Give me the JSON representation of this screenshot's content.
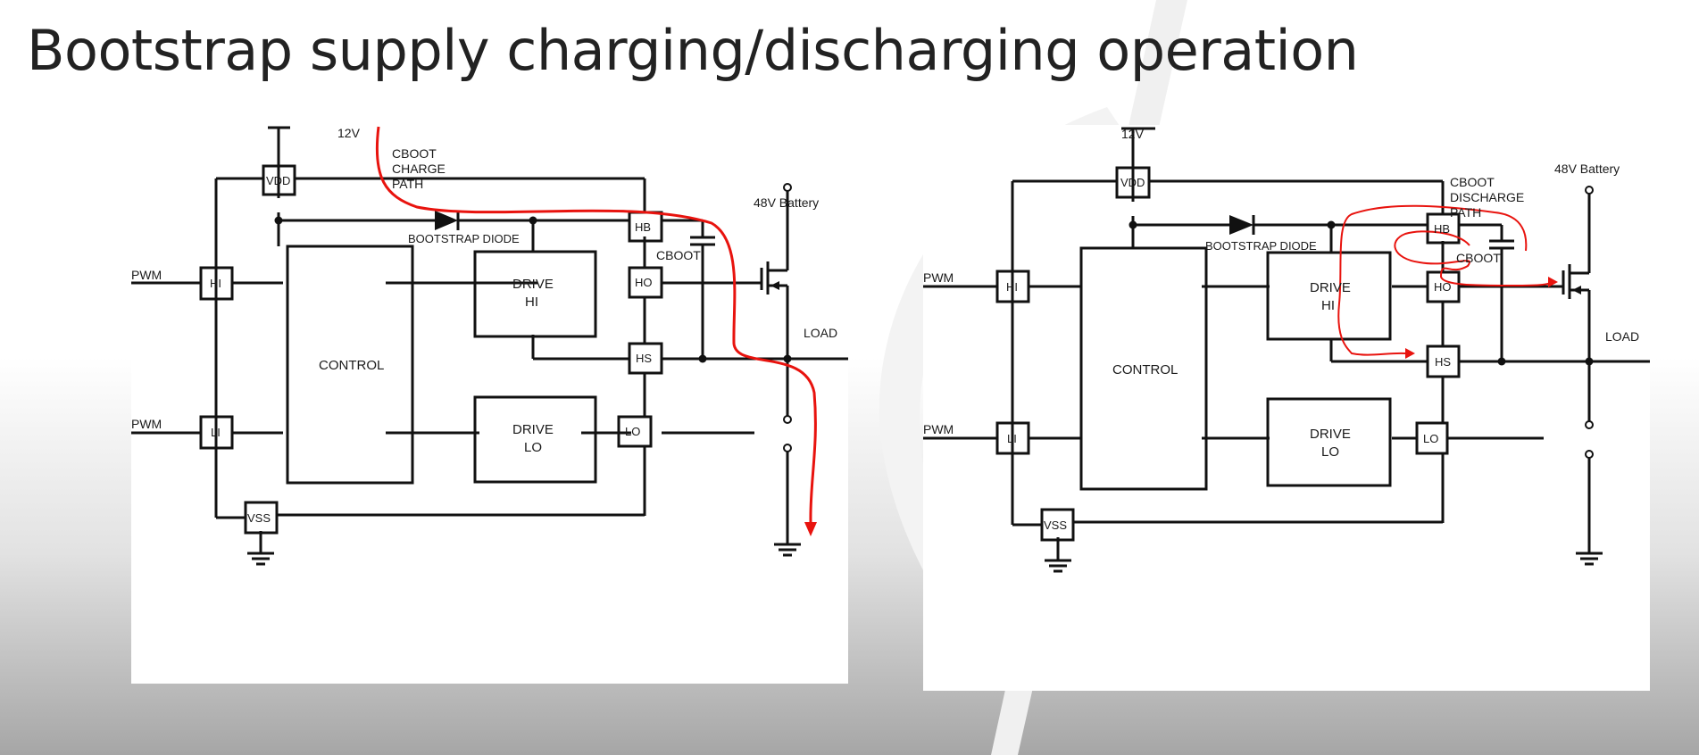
{
  "slide": {
    "title": "Bootstrap supply charging/discharging operation"
  },
  "diagram_left": {
    "supply": "12V",
    "battery": "48V Battery",
    "path_label": [
      "CBOOT",
      "CHARGE",
      "PATH"
    ],
    "diode_label": "BOOTSTRAP DIODE",
    "cap_label": "CBOOT",
    "load_label": "LOAD",
    "control_label": "CONTROL",
    "drive_hi": [
      "DRIVE",
      "HI"
    ],
    "drive_lo": [
      "DRIVE",
      "LO"
    ],
    "pwm_top": "PWM",
    "pwm_bottom": "PWM",
    "pins": {
      "vdd": "VDD",
      "hb": "HB",
      "ho": "HO",
      "hs": "HS",
      "lo": "LO",
      "hi": "HI",
      "li": "LI",
      "vss": "VSS"
    },
    "path_color": "#e8130e"
  },
  "diagram_right": {
    "supply": "12V",
    "battery": "48V Battery",
    "path_label": [
      "CBOOT",
      "DISCHARGE",
      "PATH"
    ],
    "diode_label": "BOOTSTRAP DIODE",
    "cap_label": "CBOOT",
    "load_label": "LOAD",
    "control_label": "CONTROL",
    "drive_hi": [
      "DRIVE",
      "HI"
    ],
    "drive_lo": [
      "DRIVE",
      "LO"
    ],
    "pwm_top": "PWM",
    "pwm_bottom": "PWM",
    "pins": {
      "vdd": "VDD",
      "hb": "HB",
      "ho": "HO",
      "hs": "HS",
      "lo": "LO",
      "hi": "HI",
      "li": "LI",
      "vss": "VSS"
    },
    "path_color": "#e8130e"
  }
}
